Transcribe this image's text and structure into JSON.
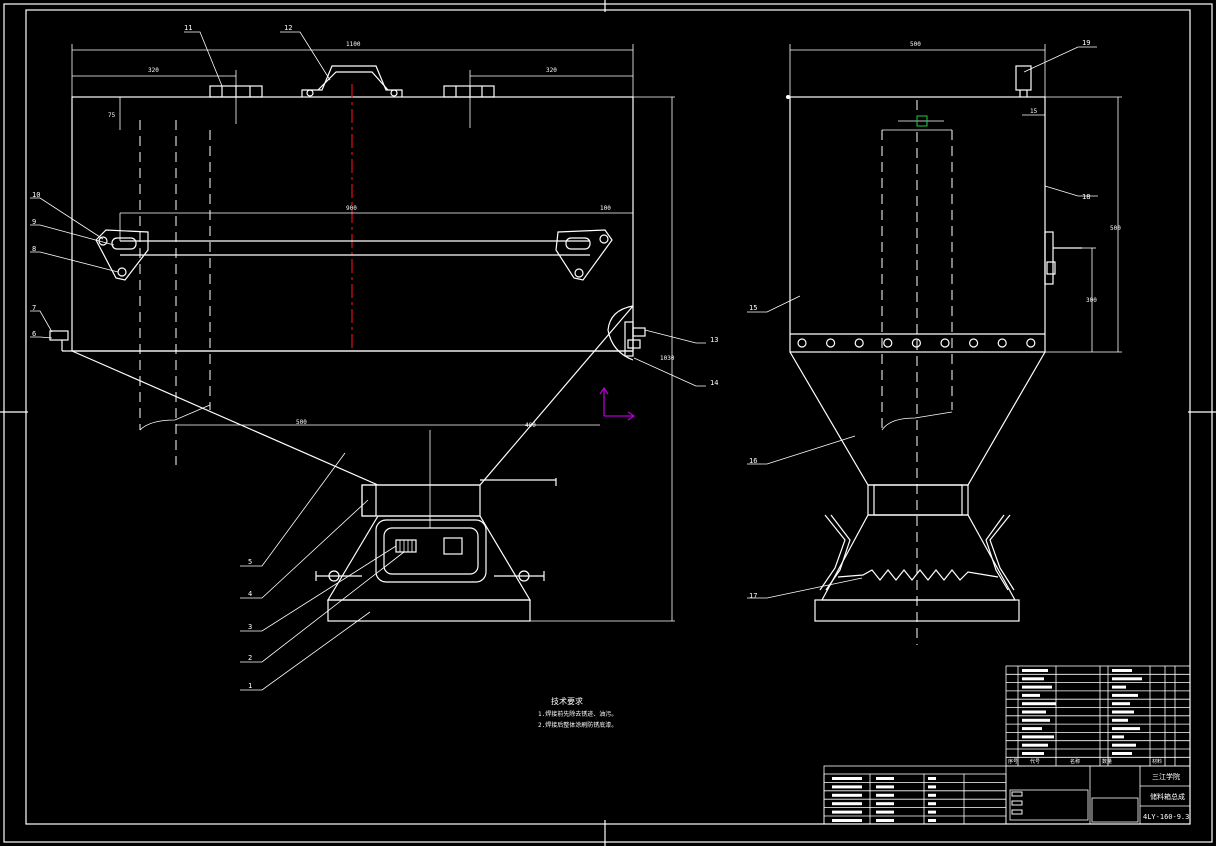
{
  "drawing": {
    "background": "#000000",
    "line_color": "#ffffff",
    "centerline_color": "#e01010",
    "ucs_color": "#b000d0",
    "snap_color": "#22cc44"
  },
  "front_view": {
    "part_labels": [
      "1",
      "2",
      "3",
      "4",
      "5",
      "6",
      "7",
      "8",
      "9",
      "10",
      "11",
      "12",
      "13",
      "14"
    ],
    "dimensions": {
      "overall_width": "1100",
      "left_offset": "320",
      "right_offset": "320",
      "top_small": "75",
      "mid_width": "900",
      "mid_right": "100",
      "bottom_left": "500",
      "bottom_right": "400",
      "height": "1030"
    }
  },
  "side_view": {
    "part_labels": [
      "15",
      "16",
      "17",
      "18",
      "19"
    ],
    "dimensions": {
      "top_width": "500",
      "right_small": "15",
      "height_total": "500",
      "height_lower": "300"
    }
  },
  "notes": {
    "title": "技术要求",
    "lines": [
      "1.焊接前先除去锈迹、油污。",
      "2.焊接后整体涂刷防锈底漆。"
    ]
  },
  "title_block": {
    "school": "三江学院",
    "drawing_name": "储料箱总成",
    "drawing_number": "4LY-160-9.3",
    "header_cells": [
      "序号",
      "代号",
      "名称",
      "数量",
      "材料"
    ]
  }
}
